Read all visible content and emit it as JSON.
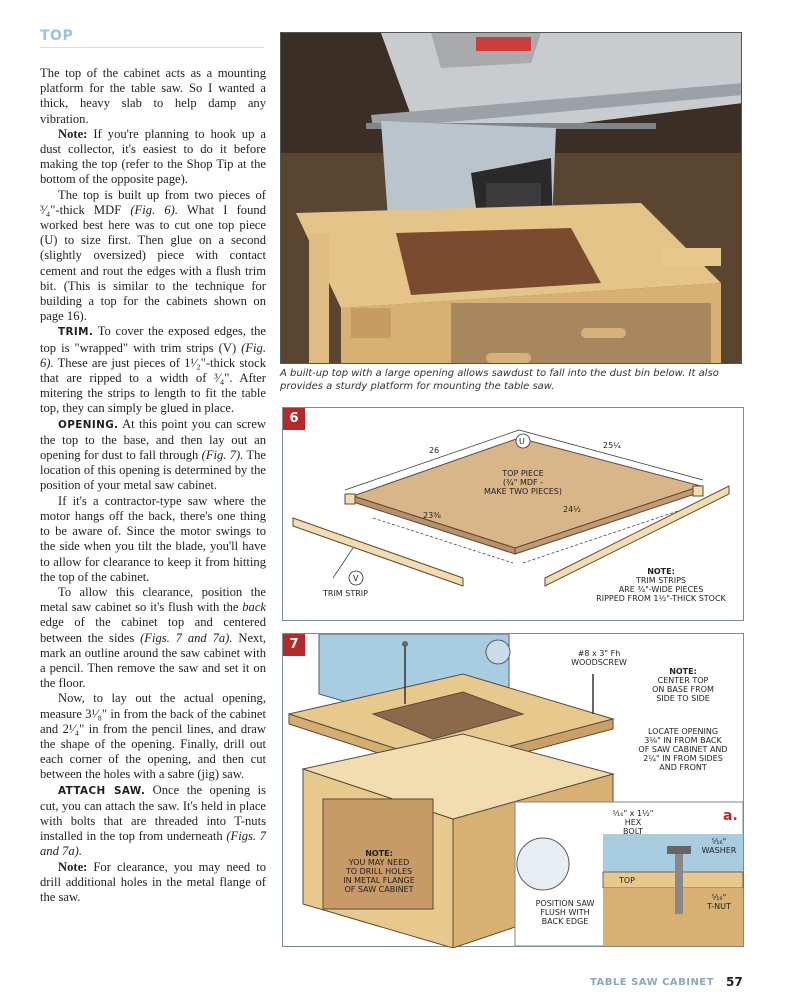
{
  "section_title": "TOP",
  "body": {
    "p1": "The top of the cabinet acts as a mounting platform for the table saw. So I wanted a thick, heavy slab to help damp any vibration.",
    "p2_lead": "Note:",
    "p2": " If you're planning to hook up a dust collector, it's easiest to do it before making the top (refer to the Shop Tip at the bottom of the opposite page).",
    "p3a": "The top is built up from two pieces of ³⁄₄\"-thick MDF ",
    "p3_ref": "(Fig. 6).",
    "p3b": " What I found worked best here was to cut one top piece (U) to size first. Then glue on a second (slightly oversized) piece with contact cement and rout the edges with a flush trim bit. (This is similar to the technique for building a top for the cabinets shown on page 16).",
    "p4_lead": "TRIM.",
    "p4a": " To cover the exposed edges, the top is \"wrapped\" with trim strips (V) ",
    "p4_ref": "(Fig. 6).",
    "p4b": " These are just pieces of 1¹⁄₂\"-thick stock that are ripped to a width of ³⁄₄\". After mitering the strips to length to fit the table top, they can simply be glued in place.",
    "p5_lead": "OPENING.",
    "p5a": " At this point you can screw the top to the base, and then lay out an opening for dust to fall through ",
    "p5_ref": "(Fig. 7).",
    "p5b": " The location of this opening is determined by the position of your metal saw cabinet.",
    "p6": "If it's a contractor-type saw where the motor hangs off the back, there's one thing to be aware of. Since the motor swings to the side when you tilt the blade, you'll have to allow for clearance to keep it from hitting the top of the cabinet.",
    "p7a": "To allow this clearance, position the metal saw cabinet so it's flush with the ",
    "p7_em": "back",
    "p7b": " edge of the cabinet top and centered between the sides ",
    "p7_ref": "(Figs. 7 and 7a).",
    "p7c": " Next, mark an outline around the saw cabinet with a pencil. Then remove the saw and set it on the floor.",
    "p8": "Now, to lay out the actual opening, measure 3¹⁄₈\" in from the back of the cabinet and 2¹⁄₄\" in from the pencil lines, and draw the shape of the opening. Finally, drill out each corner of the opening, and then cut between the holes with a sabre (jig) saw.",
    "p9_lead": "ATTACH SAW.",
    "p9a": " Once the opening is cut, you can attach the saw. It's held in place with bolts that are threaded into T-nuts installed in the top from underneath ",
    "p9_ref": "(Figs. 7 and 7a).",
    "p10_lead": "Note:",
    "p10": " For clearance, you may need to drill additional holes in the metal flange of the saw."
  },
  "photo": {
    "caption": "A built-up top with a large opening allows sawdust to fall into the dust bin below. It also provides a sturdy platform for mounting the table saw."
  },
  "fig6": {
    "number": "6",
    "dim_26": "26",
    "dim_25_1_4": "25¼",
    "dim_23_3_8": "23⅜",
    "dim_24_1_2": "24½",
    "part_u": "U",
    "top_piece_1": "TOP PIECE",
    "top_piece_2": "(¾\" MDF -",
    "top_piece_3": "MAKE TWO PIECES)",
    "part_v": "V",
    "trim_strip": "TRIM STRIP",
    "note_title": "NOTE:",
    "note_1": "TRIM STRIPS",
    "note_2": "ARE ¾\"-WIDE PIECES",
    "note_3": "RIPPED FROM 1½\"-THICK STOCK"
  },
  "fig7": {
    "number": "7",
    "screw_1": "#8 x 3\" Fh",
    "screw_2": "WOODSCREW",
    "center_title": "NOTE:",
    "center_1": "CENTER TOP",
    "center_2": "ON BASE FROM",
    "center_3": "SIDE TO SIDE",
    "locate_1": "LOCATE OPENING",
    "locate_2": "3⅛\" IN FROM BACK",
    "locate_3": "OF SAW CABINET AND",
    "locate_4": "2¼\" IN FROM SIDES",
    "locate_5": "AND FRONT",
    "flange_title": "NOTE:",
    "flange_1": "YOU MAY NEED",
    "flange_2": "TO DRILL HOLES",
    "flange_3": "IN METAL FLANGE",
    "flange_4": "OF SAW CABINET",
    "position_1": "POSITION SAW",
    "position_2": "FLUSH WITH",
    "position_3": "BACK EDGE",
    "detail_label": "a.",
    "bolt_1": "⁵⁄₁₆\" x 1½\"",
    "bolt_2": "HEX",
    "bolt_3": "BOLT",
    "washer_1": "⁵⁄₁₆\"",
    "washer_2": "WASHER",
    "top_label": "TOP",
    "tnut_1": "⁵⁄₁₆\"",
    "tnut_2": "T-NUT"
  },
  "footer": {
    "section": "TABLE SAW CABINET",
    "page": "57"
  },
  "colors": {
    "accent_red": "#b5282c",
    "section_blue": "#9cc3d9",
    "wood": "#e8c98d",
    "mdf": "#d9b58a",
    "saw_blue": "#a9cde0"
  }
}
